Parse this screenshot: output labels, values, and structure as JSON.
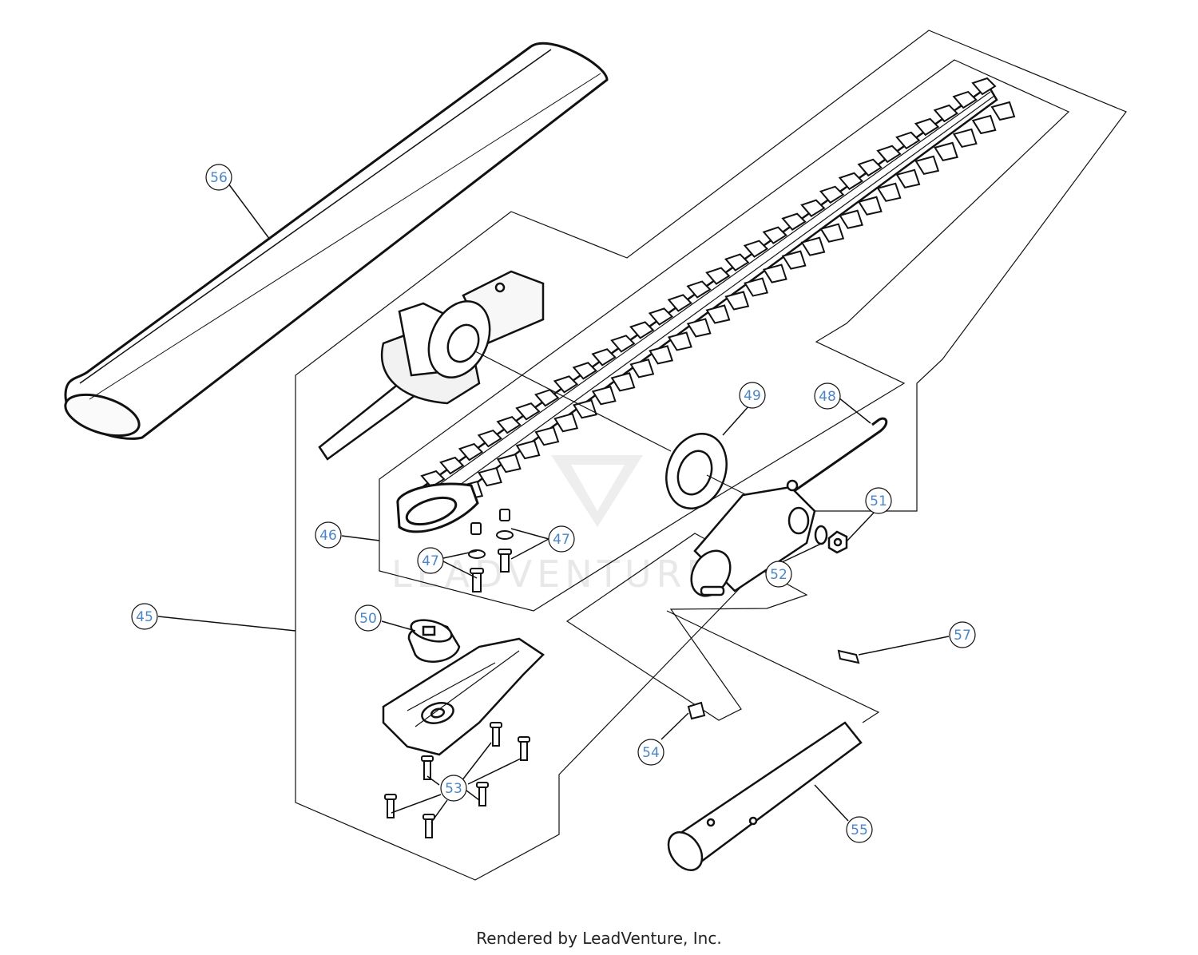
{
  "footer": {
    "text": "Rendered by LeadVenture, Inc."
  },
  "watermark": {
    "text": "LEADVENTURE"
  },
  "colors": {
    "callout": "#4a86c5",
    "line": "#111111",
    "watermark": "#e6e6e6"
  },
  "callouts": [
    {
      "id": "c56",
      "label": "56"
    },
    {
      "id": "c49",
      "label": "49"
    },
    {
      "id": "c48",
      "label": "48"
    },
    {
      "id": "c51",
      "label": "51"
    },
    {
      "id": "c46",
      "label": "46"
    },
    {
      "id": "c47a",
      "label": "47"
    },
    {
      "id": "c47b",
      "label": "47"
    },
    {
      "id": "c52",
      "label": "52"
    },
    {
      "id": "c45",
      "label": "45"
    },
    {
      "id": "c50",
      "label": "50"
    },
    {
      "id": "c57",
      "label": "57"
    },
    {
      "id": "c54",
      "label": "54"
    },
    {
      "id": "c53",
      "label": "53"
    },
    {
      "id": "c55",
      "label": "55"
    }
  ]
}
